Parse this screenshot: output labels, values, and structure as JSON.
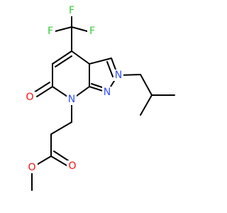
{
  "molecule": {
    "atoms": {
      "f1": {
        "symbol": "F",
        "color": "#33cc33"
      },
      "f2": {
        "symbol": "F",
        "color": "#33cc33"
      },
      "f3": {
        "symbol": "F",
        "color": "#33cc33"
      },
      "n_pyrazole": {
        "symbol": "N",
        "color": "#3050f8"
      },
      "n_bridge": {
        "symbol": "N",
        "color": "#3050f8"
      },
      "n_ring": {
        "symbol": "N",
        "color": "#3050f8"
      },
      "o_ketone": {
        "symbol": "O",
        "color": "#ff0d0d"
      },
      "o_carbonyl": {
        "symbol": "O",
        "color": "#ff0d0d"
      },
      "o_ester": {
        "symbol": "O",
        "color": "#ff0d0d"
      }
    },
    "bond_color": "#000000"
  }
}
